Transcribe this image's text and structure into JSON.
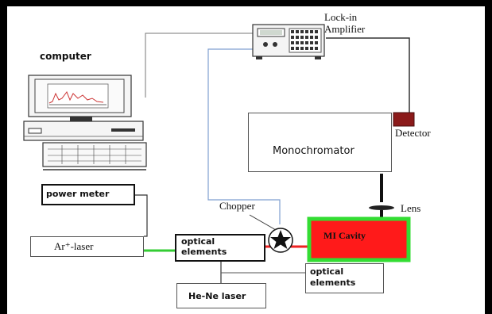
{
  "labels": {
    "lockin": "Lock-in\nAmplifier",
    "computer": "computer",
    "detector": "Detector",
    "monochromator": "Monochromator",
    "power_meter": "power meter",
    "chopper": "Chopper",
    "lens": "Lens",
    "cavity": "MI Cavity",
    "ar_laser": "Ar⁺-laser",
    "optical_elements_1": "optical\nelements",
    "optical_elements_2": "optical\nelements",
    "hene_laser": "He-Ne laser"
  },
  "colors": {
    "frame": "#000000",
    "cavity_fill": "#ff1a1a",
    "cavity_border": "#33dd33",
    "green_beam": "#33cc33",
    "red_beam": "#ee2222",
    "detector": "#8b1a1a",
    "blue_cable": "#7f9fd0"
  }
}
